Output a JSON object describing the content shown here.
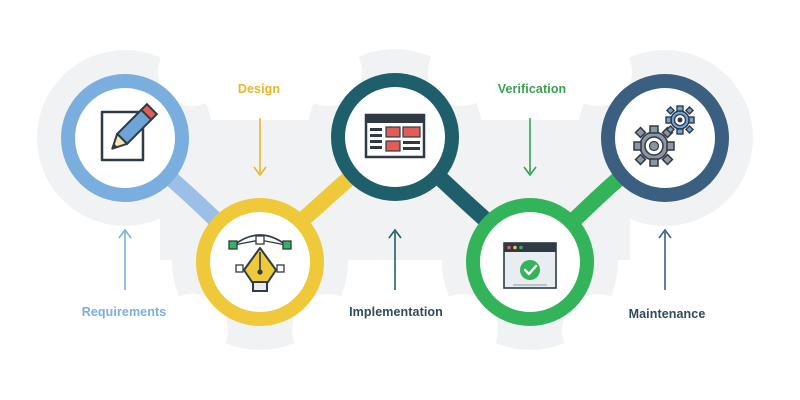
{
  "steps": [
    {
      "label": "Requirements",
      "icon": "pencil-document-icon",
      "color": "#7aaede"
    },
    {
      "label": "Design",
      "icon": "pen-tool-icon",
      "color": "#f0c93a"
    },
    {
      "label": "Implementation",
      "icon": "browser-window-icon",
      "color": "#1f5f6b"
    },
    {
      "label": "Verification",
      "icon": "checkmark-window-icon",
      "color": "#34b45a"
    },
    {
      "label": "Maintenance",
      "icon": "gears-icon",
      "color": "#3b5f80"
    }
  ],
  "colors": {
    "halo": "#f0f1f2",
    "text_blue": "#7aaede",
    "text_yellow": "#e6b72a",
    "text_dark": "#314a57",
    "text_green": "#3aa24e"
  }
}
